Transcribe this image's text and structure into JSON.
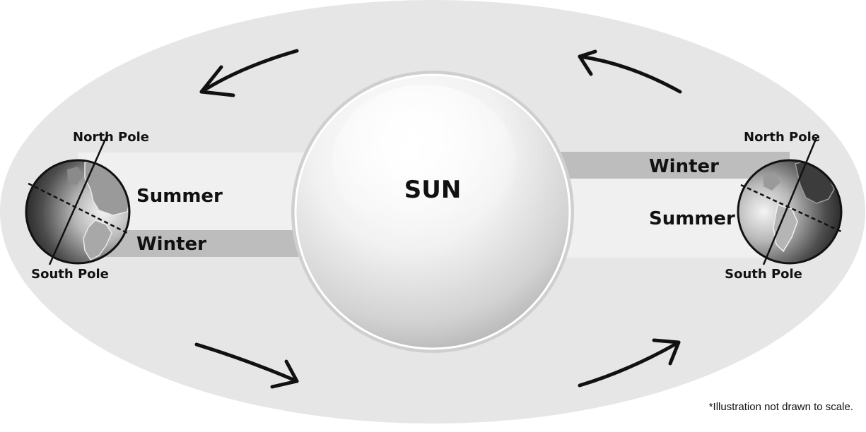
{
  "sun": {
    "label": "SUN"
  },
  "left_earth": {
    "north_label": "North Pole",
    "south_label": "South Pole",
    "summer_label": "Summer",
    "winter_label": "Winter"
  },
  "right_earth": {
    "north_label": "North Pole",
    "south_label": "South Pole",
    "summer_label": "Summer",
    "winter_label": "Winter"
  },
  "footnote": "*Illustration not drawn to scale.",
  "colors": {
    "orbit": "#e6e6e6",
    "summer_band": "#f0f0f0",
    "winter_band": "#bdbdbd",
    "sun_highlight": "#ffffff",
    "sun_shade": "#b9b9b9",
    "earth_dark": "#2b2b2b"
  }
}
